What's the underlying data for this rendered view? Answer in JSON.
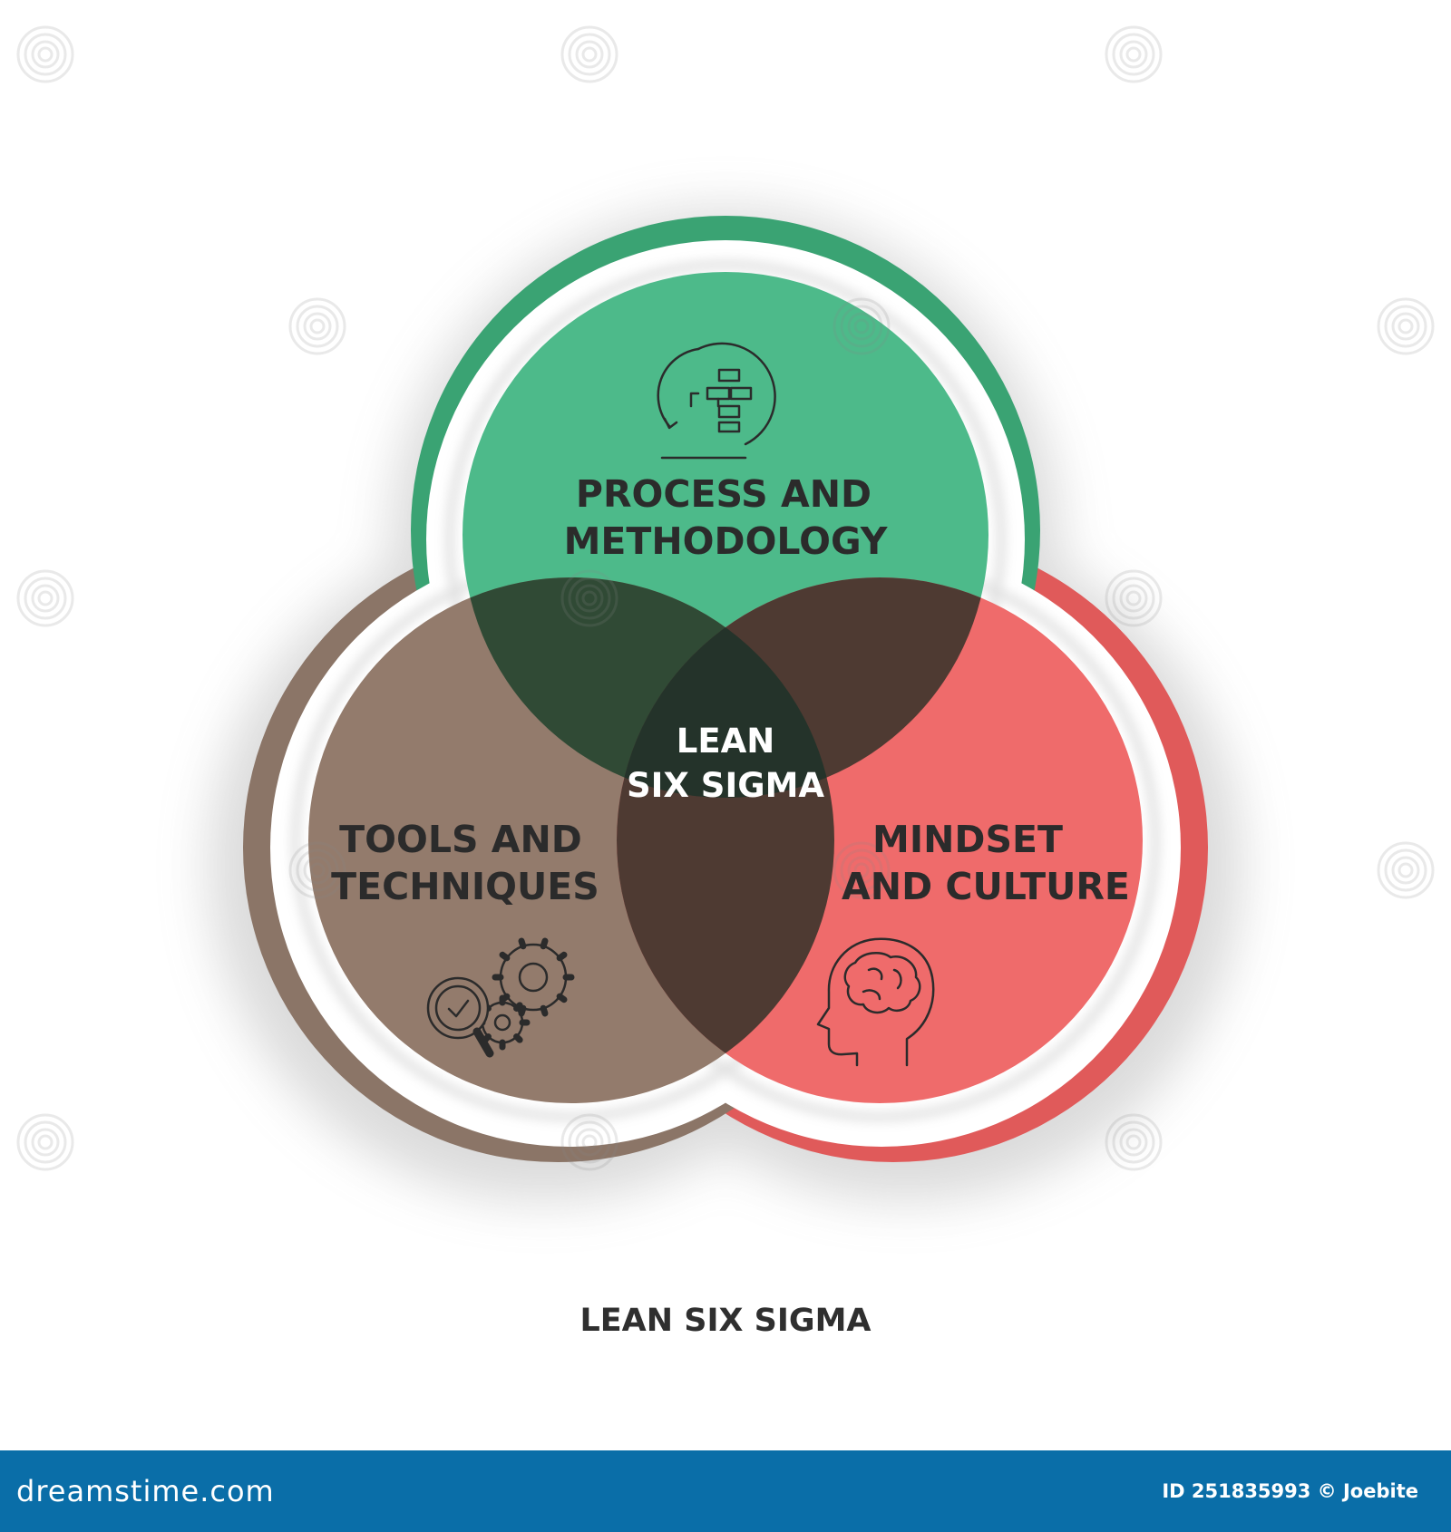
{
  "diagram": {
    "center_label": [
      "LEAN",
      "SIX SIGMA"
    ],
    "circles": [
      {
        "name": "process",
        "label": [
          "PROCESS AND",
          "METHODOLOGY"
        ],
        "icon": "process-flow-icon",
        "color": "#4dba8a",
        "ring_color": "#3aa373"
      },
      {
        "name": "tools",
        "label": [
          "TOOLS AND",
          "TECHNIQUES"
        ],
        "icon": "gears-magnifier-icon",
        "color": "#937b6c",
        "ring_color": "#8b7567"
      },
      {
        "name": "mindset",
        "label": [
          "MINDSET",
          "AND CULTURE"
        ],
        "icon": "brain-head-icon",
        "color": "#ef6b6b",
        "ring_color": "#e05a5a"
      }
    ],
    "overlap_colors": {
      "process_tools": "#304a35",
      "process_mindset": "#4e3a32",
      "tools_mindset": "#4e3a32",
      "center": "#24332a"
    },
    "caption": "LEAN SIX SIGMA"
  },
  "watermark": "dreamstime",
  "footer": {
    "site": "dreamstime.com",
    "credit": "ID 251835993 © Joebite"
  }
}
